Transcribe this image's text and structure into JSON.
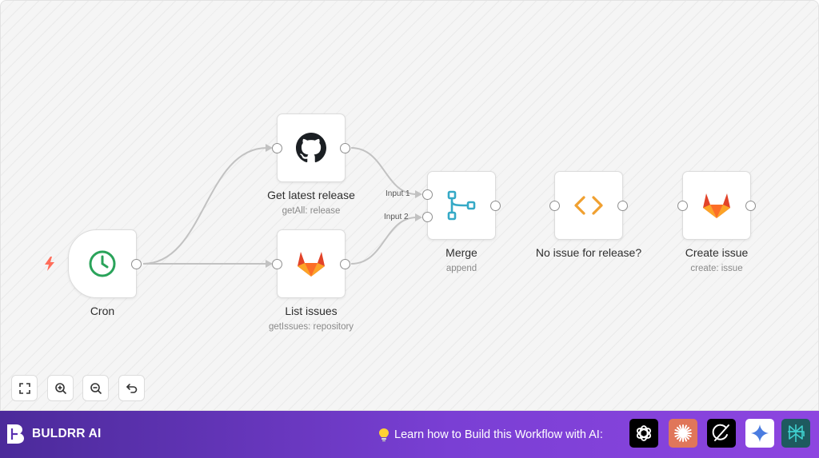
{
  "workflow": {
    "nodes": {
      "cron": {
        "title": "Cron",
        "icon": "clock-icon"
      },
      "get_release": {
        "title": "Get latest release",
        "subtitle": "getAll: release",
        "icon": "github-icon"
      },
      "list_issues": {
        "title": "List issues",
        "subtitle": "getIssues: repository",
        "icon": "gitlab-icon"
      },
      "merge": {
        "title": "Merge",
        "subtitle": "append",
        "icon": "merge-icon",
        "input1": "Input 1",
        "input2": "Input 2"
      },
      "no_issue": {
        "title": "No issue for release?",
        "icon": "code-icon"
      },
      "create_issue": {
        "title": "Create issue",
        "subtitle": "create: issue",
        "icon": "gitlab-icon"
      }
    }
  },
  "controls": [
    "fit-view-icon",
    "zoom-in-icon",
    "zoom-out-icon",
    "undo-icon"
  ],
  "footer": {
    "brand": "BULDRR AI",
    "learn_text": "Learn how to Build this Workflow with AI:",
    "ai_tools": [
      "chatgpt-icon",
      "claude-icon",
      "grok-icon",
      "gemini-icon",
      "perplexity-icon"
    ]
  },
  "colors": {
    "accent": "#7a3fd4",
    "clock": "#2aa35a",
    "merge": "#35a9c6",
    "code": "#f0a030",
    "trigger_bolt": "#ff6d5a"
  }
}
